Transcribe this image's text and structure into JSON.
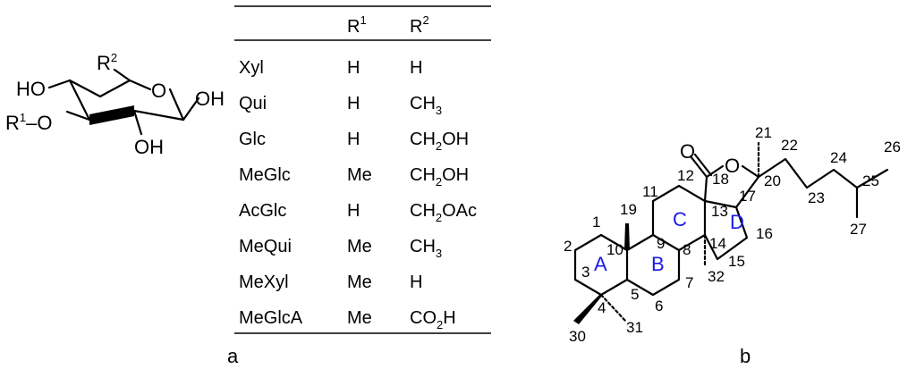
{
  "panel_a": {
    "label": "a",
    "sugar": {
      "r2": "R",
      "r2_sup": "2",
      "ring_o": "O",
      "ho_left": "HO",
      "oh_right": "OH",
      "oh_bottom": "OH",
      "r1": "R",
      "r1_sup": "1",
      "r1_link": "–O"
    },
    "table": {
      "headers": {
        "col2": "R",
        "col2_sup": "1",
        "col3": "R",
        "col3_sup": "2"
      },
      "rows": [
        {
          "name": "Xyl",
          "r1": "H",
          "r2_main": "H",
          "r2_sub": "",
          "r2_tail": ""
        },
        {
          "name": "Qui",
          "r1": "H",
          "r2_main": "CH",
          "r2_sub": "3",
          "r2_tail": ""
        },
        {
          "name": "Glc",
          "r1": "H",
          "r2_main": "CH",
          "r2_sub": "2",
          "r2_tail": "OH"
        },
        {
          "name": "MeGlc",
          "r1": "Me",
          "r2_main": "CH",
          "r2_sub": "2",
          "r2_tail": "OH"
        },
        {
          "name": "AcGlc",
          "r1": "H",
          "r2_main": "CH",
          "r2_sub": "2",
          "r2_tail": "OAc"
        },
        {
          "name": "MeQui",
          "r1": "Me",
          "r2_main": "CH",
          "r2_sub": "3",
          "r2_tail": ""
        },
        {
          "name": "MeXyl",
          "r1": "Me",
          "r2_main": "H",
          "r2_sub": "",
          "r2_tail": ""
        },
        {
          "name": "MeGlcA",
          "r1": "Me",
          "r2_main": "CO",
          "r2_sub": "2",
          "r2_tail": "H"
        }
      ]
    }
  },
  "panel_b": {
    "label": "b",
    "atoms": {
      "carbonyl_o": "O",
      "ring_o": "O"
    },
    "ring_labels": {
      "A": "A",
      "B": "B",
      "C": "C",
      "D": "D"
    },
    "numbers": {
      "n1": "1",
      "n2": "2",
      "n3": "3",
      "n4": "4",
      "n5": "5",
      "n6": "6",
      "n7": "7",
      "n8": "8",
      "n9": "9",
      "n10": "10",
      "n11": "11",
      "n12": "12",
      "n13": "13",
      "n14": "14",
      "n15": "15",
      "n16": "16",
      "n17": "17",
      "n18": "18",
      "n19": "19",
      "n20": "20",
      "n21": "21",
      "n22": "22",
      "n23": "23",
      "n24": "24",
      "n25": "25",
      "n26": "26",
      "n27": "27",
      "n30": "30",
      "n31": "31",
      "n32": "32"
    }
  }
}
